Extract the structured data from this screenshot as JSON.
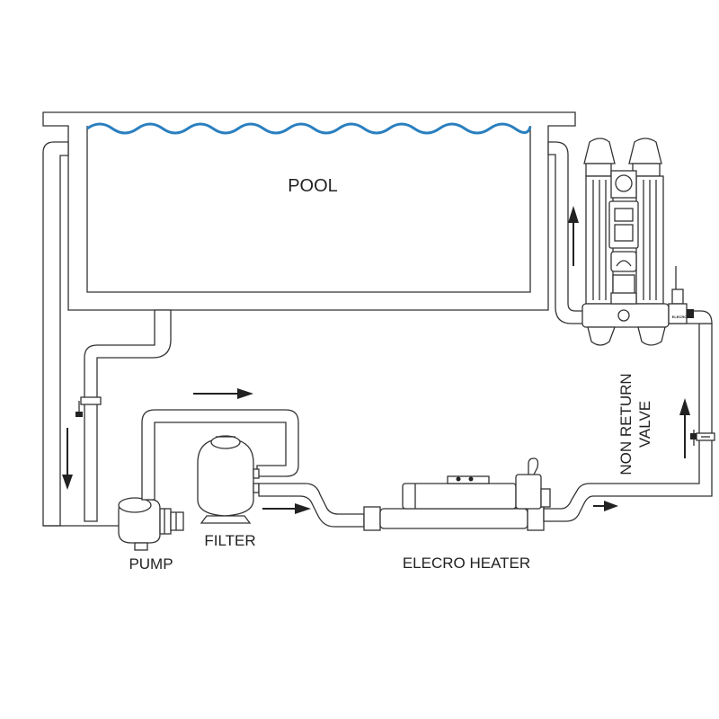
{
  "labels": {
    "pool": "POOL",
    "pump": "PUMP",
    "filter": "FILTER",
    "heater": "ELECRO HEATER",
    "valve_line1": "NON RETURN",
    "valve_line2": "VALVE",
    "device_logo": "ELECRO"
  },
  "colors": {
    "water": "#2a7fbf",
    "outline": "#333333",
    "arrow": "#222222"
  },
  "icons": [
    "up-arrow-icon",
    "down-arrow-icon",
    "right-arrow-icon"
  ]
}
